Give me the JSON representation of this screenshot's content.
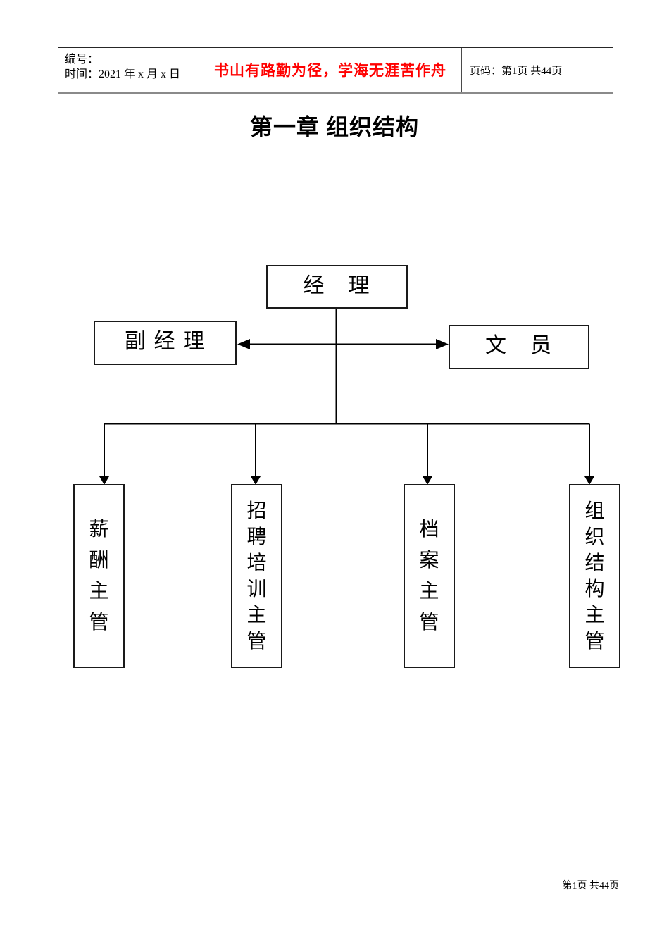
{
  "document": {
    "header": {
      "number_label": "编号：",
      "date_line": "时间：2021 年 x 月 x 日",
      "motto": "书山有路勤为径，学海无涯苦作舟",
      "motto_color": "#FF0000",
      "page_code": "页码：第1页 共44页"
    },
    "title": "第一章 组织结构",
    "org_chart": {
      "manager": "经　理",
      "deputy_manager": "副 经 理",
      "clerk": "文　员",
      "supervisors": [
        "薪酬主管",
        "招聘培训主管",
        "档案主管",
        "组织结构主管"
      ],
      "line_color": "#000000"
    },
    "footer_page_info": "第1页 共44页"
  }
}
